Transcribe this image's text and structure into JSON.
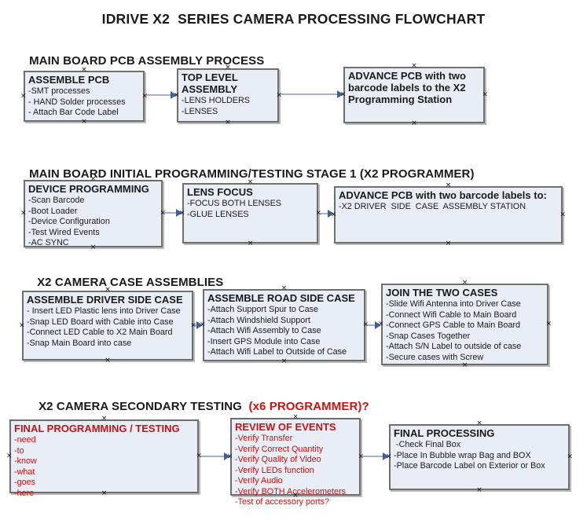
{
  "title": "IDRIVE X2  SERIES CAMERA PROCESSING FLOWCHART",
  "icons": {
    "connector_handle": "×"
  },
  "colors": {
    "red": "#cc1111",
    "box_fill": "#e9edf5",
    "box_border": "#6e6e6e",
    "arrow_line": "#9fb3ce",
    "arrow_head": "#3e5f9e",
    "text": "#1a1a1a"
  },
  "sections": [
    {
      "header": "MAIN BOARD PCB ASSEMBLY PROCESS",
      "boxes": [
        {
          "title": "ASSEMBLE PCB",
          "items": [
            "-SMT processes",
            "- HAND Solder processes",
            "- Attach Bar Code Label"
          ]
        },
        {
          "title": "TOP LEVEL ASSEMBLY",
          "items": [
            "-LENS HOLDERS",
            "-LENSES"
          ]
        },
        {
          "title": "ADVANCE PCB with two barcode labels to the X2 Programming Station",
          "items": []
        }
      ]
    },
    {
      "header": "MAIN BOARD INITIAL PROGRAMMING/TESTING STAGE 1 (X2 PROGRAMMER)",
      "boxes": [
        {
          "title": "DEVICE PROGRAMMING",
          "items": [
            "-Scan Barcode",
            "-Boot Loader",
            "-Device Configuration",
            "-Test Wired Events",
            "-AC SYNC"
          ]
        },
        {
          "title": "LENS FOCUS",
          "items": [
            "-FOCUS BOTH LENSES",
            "-GLUE LENSES"
          ]
        },
        {
          "title": "ADVANCE PCB with two barcode labels to:",
          "items": [
            "-X2 DRIVER  SIDE  CASE  ASSEMBLY STATION"
          ]
        }
      ]
    },
    {
      "header": "X2 CAMERA CASE ASSEMBLIES",
      "boxes": [
        {
          "title": "ASSEMBLE DRIVER SIDE CASE",
          "items": [
            "- Insert LED Plastic lens into Driver Case",
            "-Snap LED Board with Cable into Case",
            "-Connect LED Cable to X2 Main Board",
            "-Snap Main Board into case"
          ]
        },
        {
          "title": "ASSEMBLE ROAD SIDE CASE",
          "items": [
            "-Attach Support Spur to Case",
            "-Attach Windshield Support",
            "-Attach Wifi Assembly to Case",
            "-Insert GPS Module into Case",
            "-Attach Wifi Label to Outside of Case"
          ]
        },
        {
          "title": "JOIN THE TWO CASES",
          "items": [
            "-Slide Wifi Antenna into Driver Case",
            "-Connect Wifi Cable to Main Board",
            "-Connect GPS Cable to Main Board",
            "-Snap Cases Together",
            "-Attach S/N Label to outside of case",
            "-Secure cases with Screw"
          ]
        }
      ]
    },
    {
      "header": "X2 CAMERA SECONDARY TESTING ",
      "header_accent": " (x6 PROGRAMMER)?",
      "boxes": [
        {
          "title": "FINAL PROGRAMMING / TESTING",
          "items": [
            "-need",
            "-to",
            "-know",
            "-what",
            "-goes",
            "-here"
          ]
        },
        {
          "title": "REVIEW OF EVENTS",
          "items": [
            "-Verify Transfer",
            "-Verify Correct Quantity",
            "-Verify Quality of Video",
            "-Verify LEDs function",
            "-Verify Audio",
            "-Verify BOTH Accelerometers",
            "-Test of accessory ports?"
          ]
        },
        {
          "title": "FINAL PROCESSING",
          "items": [
            " -Check Final Box",
            "-Place In Bubble wrap Bag and BOX",
            "-Place Barcode Label on Exterior or Box"
          ]
        }
      ]
    }
  ]
}
